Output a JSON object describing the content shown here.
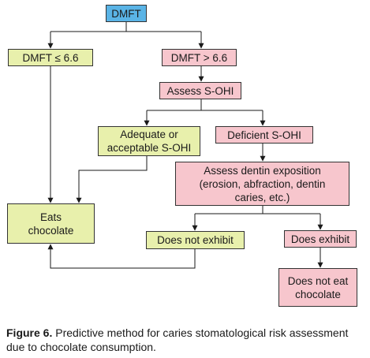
{
  "nodes": {
    "dmft": "DMFT",
    "dmft_low": "DMFT ≤ 6.6",
    "dmft_high": "DMFT > 6.6",
    "assess_sohi": "Assess S-OHI",
    "adequate_sohi": "Adequate or\nacceptable S-OHI",
    "deficient_sohi": "Deficient S-OHI",
    "assess_dentin": "Assess dentin exposition\n(erosion, abfraction, dentin\ncaries, etc.)",
    "eats_chocolate": "Eats\nchocolate",
    "does_not_exhibit": "Does not exhibit",
    "does_exhibit": "Does exhibit",
    "does_not_eat": "Does not eat\nchocolate"
  },
  "caption": {
    "label": "Figure 6.",
    "text": " Predictive method for caries stomatological risk assessment due to chocolate consumption."
  },
  "colors": {
    "pink": "#f7c6cd",
    "green": "#e8f0ac",
    "blue": "#5ab4e6",
    "line": "#1a1a1a"
  }
}
